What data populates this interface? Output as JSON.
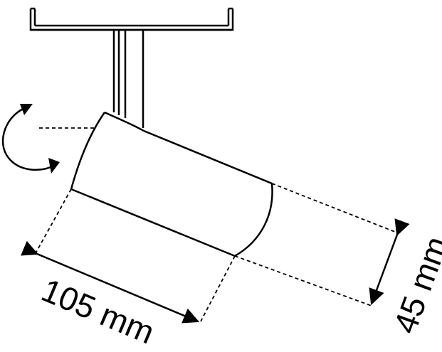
{
  "diagram": {
    "stroke_color": "#000000",
    "background_color": "#ffffff",
    "length_dimension": {
      "value": 105,
      "unit": "mm",
      "label": "105 mm"
    },
    "diameter_dimension": {
      "value": 45,
      "unit": "mm",
      "label": "45 mm"
    },
    "icons": [
      "track-rail",
      "spotlight-head",
      "rotation-arrow"
    ]
  }
}
